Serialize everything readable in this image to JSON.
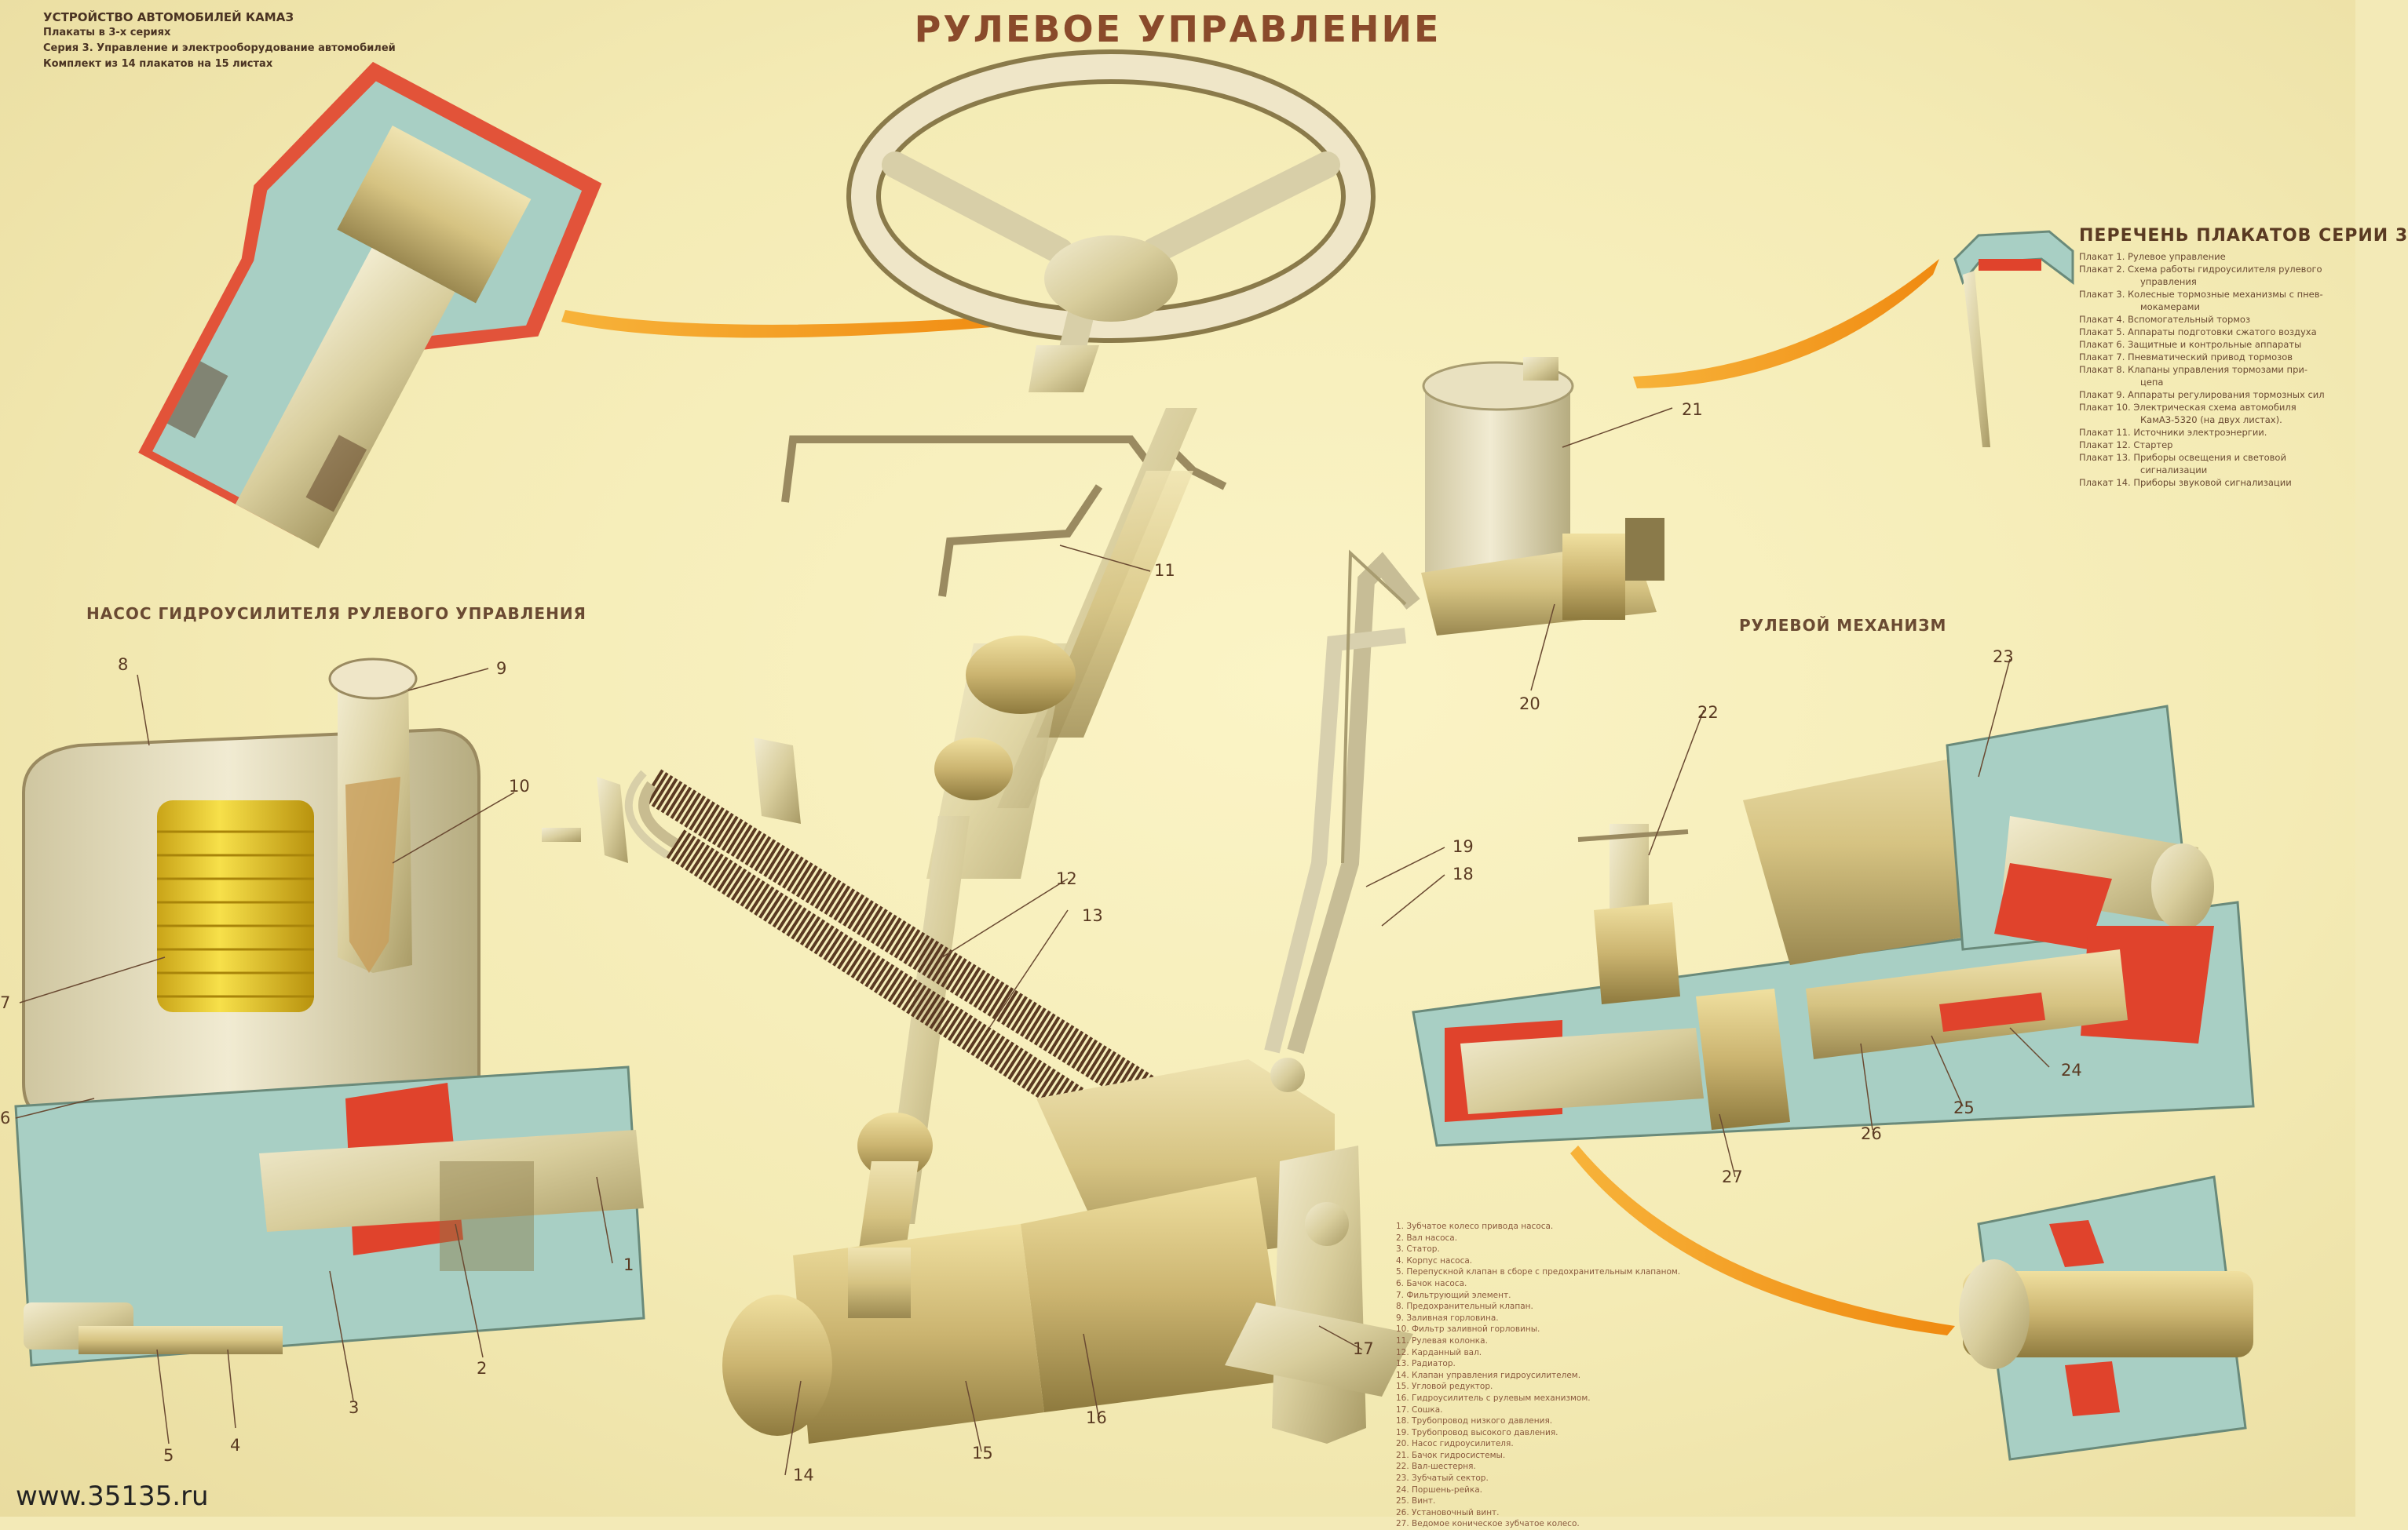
{
  "header": {
    "line1": "Устройство автомобилей КамАЗ",
    "line2": "Плакаты в 3-х сериях",
    "line3": "Серия 3. Управление и электрооборудование автомобилей",
    "line4": "Комплект из 14 плакатов на 15 листах"
  },
  "title": "РУЛЕВОЕ УПРАВЛЕНИЕ",
  "sections": {
    "pump": "НАСОС ГИДРОУСИЛИТЕЛЯ РУЛЕВОГО УПРАВЛЕНИЯ",
    "mechanism": "РУЛЕВОЙ МЕХАНИЗМ"
  },
  "plakats": {
    "heading": "ПЕРЕЧЕНЬ ПЛАКАТОВ СЕРИИ 3",
    "items": [
      "Плакат 1. Рулевое управление",
      "Плакат 2. Схема работы гидроусилителя рулевого",
      "управления",
      "Плакат 3. Колесные тормозные механизмы с пнев-",
      "мокамерами",
      "Плакат 4. Вспомогательный тормоз",
      "Плакат 5. Аппараты подготовки сжатого воздуха",
      "Плакат 6. Защитные и контрольные аппараты",
      "Плакат 7. Пневматический привод тормозов",
      "Плакат 8. Клапаны управления тормозами при-",
      "цепа",
      "Плакат 9. Аппараты регулирования тормозных сил",
      "Плакат 10. Электрическая схема автомобиля",
      "КамАЗ-5320 (на двух листах).",
      "Плакат 11. Источники электроэнергии.",
      "Плакат 12. Стартер",
      "Плакат 13. Приборы освещения и световой",
      "сигнализации",
      "Плакат 14. Приборы звуковой сигнализации"
    ]
  },
  "legend": [
    "1. Зубчатое колесо привода насоса.",
    "2. Вал насоса.",
    "3. Статор.",
    "4. Корпус насоса.",
    "5. Перепускной клапан в сборе с предохранительным клапаном.",
    "6. Бачок насоса.",
    "7. Фильтрующий элемент.",
    "8. Предохранительный клапан.",
    "9. Заливная горловина.",
    "10. Фильтр заливной горловины.",
    "11. Рулевая колонка.",
    "12. Карданный вал.",
    "13. Радиатор.",
    "14. Клапан управления гидроусилителем.",
    "15. Угловой редуктор.",
    "16. Гидроусилитель с рулевым механизмом.",
    "17. Сошка.",
    "18. Трубопровод низкого давления.",
    "19. Трубопровод высокого давления.",
    "20. Насос гидроусилителя.",
    "21. Бачок гидросистемы.",
    "22. Вал-шестерня.",
    "23. Зубчатый сектор.",
    "24. Поршень-рейка.",
    "25. Винт.",
    "26. Установочный винт.",
    "27. Ведомое коническое зубчатое колесо."
  ],
  "callouts": {
    "c1": "1",
    "c2": "2",
    "c3": "3",
    "c4": "4",
    "c5": "5",
    "c6": "6",
    "c7": "7",
    "c8": "8",
    "c9": "9",
    "c10": "10",
    "c11": "11",
    "c12": "12",
    "c13": "13",
    "c14": "14",
    "c15": "15",
    "c16": "16",
    "c17": "17",
    "c18": "18",
    "c19": "19",
    "c20": "20",
    "c21": "21",
    "c22": "22",
    "c23": "23",
    "c24": "24",
    "c25": "25",
    "c26": "26",
    "c27": "27"
  },
  "website": "www.35135.ru",
  "colors": {
    "paper": "#f3eab7",
    "metal": "#d9cfa0",
    "steel_blue": "#a8cfc4",
    "cutaway_red": "#e0432c",
    "filter_yellow": "#f2d23a",
    "arrow_orange": "#f39a18",
    "ink": "#5a3a22"
  },
  "icons": {
    "steering_wheel": "steering-wheel-icon",
    "pump": "pump-cutaway-icon",
    "mechanism": "steering-gear-cutaway-icon"
  }
}
